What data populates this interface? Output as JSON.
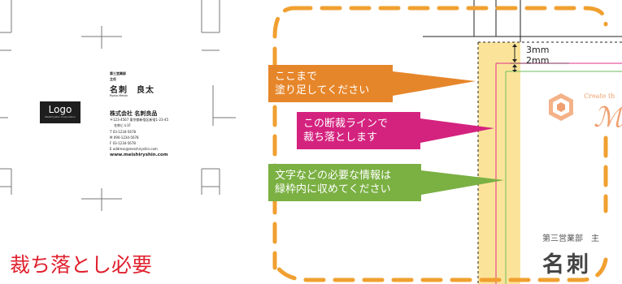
{
  "card": {
    "logo": "Logo",
    "logo_sub": "Meishiryshin Corporation",
    "department": "第三営業部",
    "title": "主任",
    "name": "名刺　良太",
    "name_romaji": "Ryota Meishi",
    "company": "株式会社 名刺良品",
    "address_line1": "〒123-4567 東京都新宿区新宿1-23-45",
    "address_line2": "名刺ビル1F",
    "tel": "T 03-1234-5678",
    "mobile": "M 090-1234-5678",
    "fax": "F 03-1234-5678",
    "email": "E address@meishiryshin.com",
    "url": "www.meishiryshin.com"
  },
  "bleed_label": "裁ち落とし必要",
  "zoom": {
    "measure_3mm": "3mm",
    "measure_2mm": "2mm",
    "callout_bleed": [
      "ここまで",
      "塗り足してください"
    ],
    "callout_cut": [
      "この断裁ラインで",
      "裁ち落とします"
    ],
    "callout_safe": [
      "文字などの必要な情報は",
      "緑枠内に収めてください"
    ],
    "create_text": "Create th",
    "department_title": "第三営業部　主",
    "name_large": "名刺"
  },
  "colors": {
    "bleed_area": "#fbe49a",
    "callout_orange": "#e6862a",
    "callout_magenta": "#d4237f",
    "callout_green": "#7bb043",
    "dash_orange": "#f0a030",
    "cut_line": "#e0308a",
    "safe_line": "#6cbf5c",
    "accent_red": "#e0202e"
  }
}
